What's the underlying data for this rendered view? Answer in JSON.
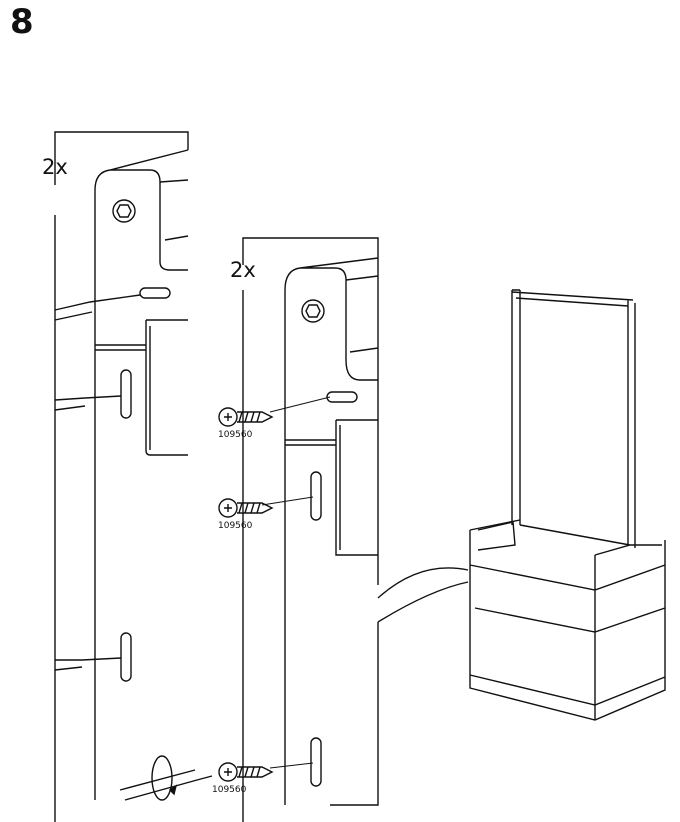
{
  "step_number": "8",
  "panels": [
    {
      "quantity": "2x"
    },
    {
      "quantity": "2x"
    }
  ],
  "screws": [
    {
      "part_number": "109560"
    },
    {
      "part_number": "109560"
    },
    {
      "part_number": "109560"
    }
  ]
}
